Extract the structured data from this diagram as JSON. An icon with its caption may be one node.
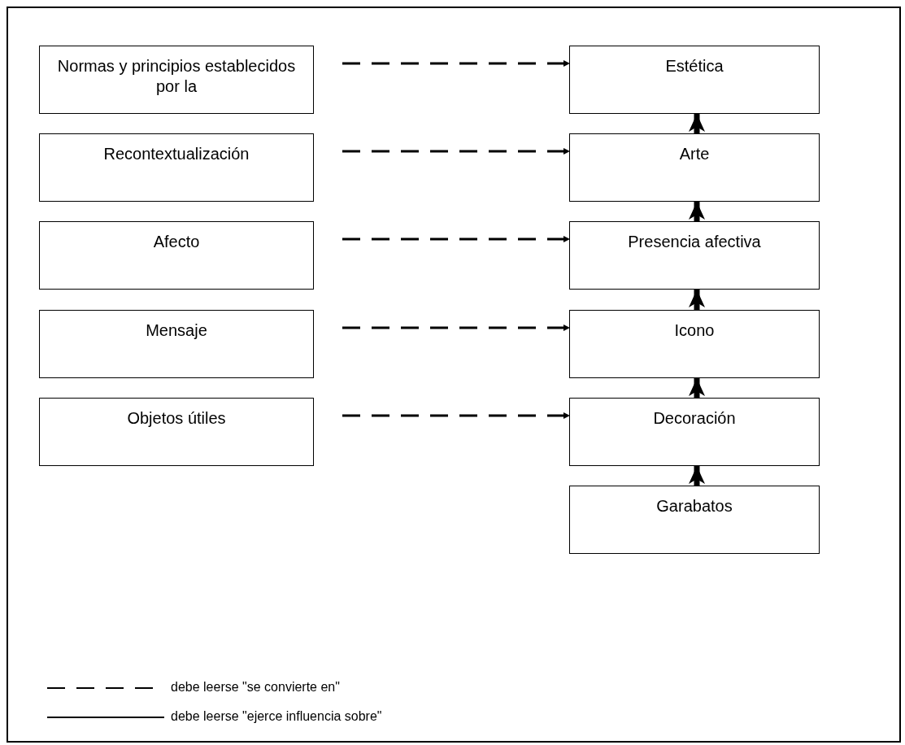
{
  "diagram": {
    "nodes": [
      {
        "text": [
          "Normas y principios establecidos por la"
        ]
      },
      {
        "text": [
          "Recontextualización"
        ]
      },
      {
        "text": [
          "Afecto"
        ]
      },
      {
        "text": [
          "Mensaje"
        ]
      },
      {
        "text": [
          "Objetos útiles"
        ]
      },
      {
        "text": [
          "Estética"
        ]
      },
      {
        "text": [
          "Arte"
        ]
      },
      {
        "text": [
          "Presencia afectiva"
        ]
      },
      {
        "text": [
          "Icono"
        ]
      },
      {
        "text": [
          "Decoración"
        ]
      },
      {
        "text": [
          "Garabatos"
        ]
      }
    ],
    "edges": [
      {
        "from": 0,
        "to": 5,
        "arrow": "to",
        "style": "dashed"
      },
      {
        "from": 1,
        "to": 6,
        "arrow": "to",
        "style": "dashed"
      },
      {
        "from": 2,
        "to": 7,
        "arrow": "to",
        "style": "dashed"
      },
      {
        "from": 3,
        "to": 8,
        "arrow": "to",
        "style": "dashed"
      },
      {
        "from": 4,
        "to": 9,
        "arrow": "to",
        "style": "dashed"
      },
      {
        "from": 10,
        "to": 9,
        "arrow": "to",
        "style": "thick"
      },
      {
        "from": 9,
        "to": 8,
        "arrow": "to",
        "style": "thick"
      },
      {
        "from": 8,
        "to": 7,
        "arrow": "to",
        "style": "thick"
      },
      {
        "from": 7,
        "to": 6,
        "arrow": "to",
        "style": "thick"
      },
      {
        "from": 6,
        "to": 5,
        "arrow": "to",
        "style": "thick"
      }
    ],
    "legend": [
      {
        "text": "debe leerse \"se convierte en\""
      },
      {
        "text": "debe leerse \"ejerce influencia sobre\""
      }
    ]
  }
}
